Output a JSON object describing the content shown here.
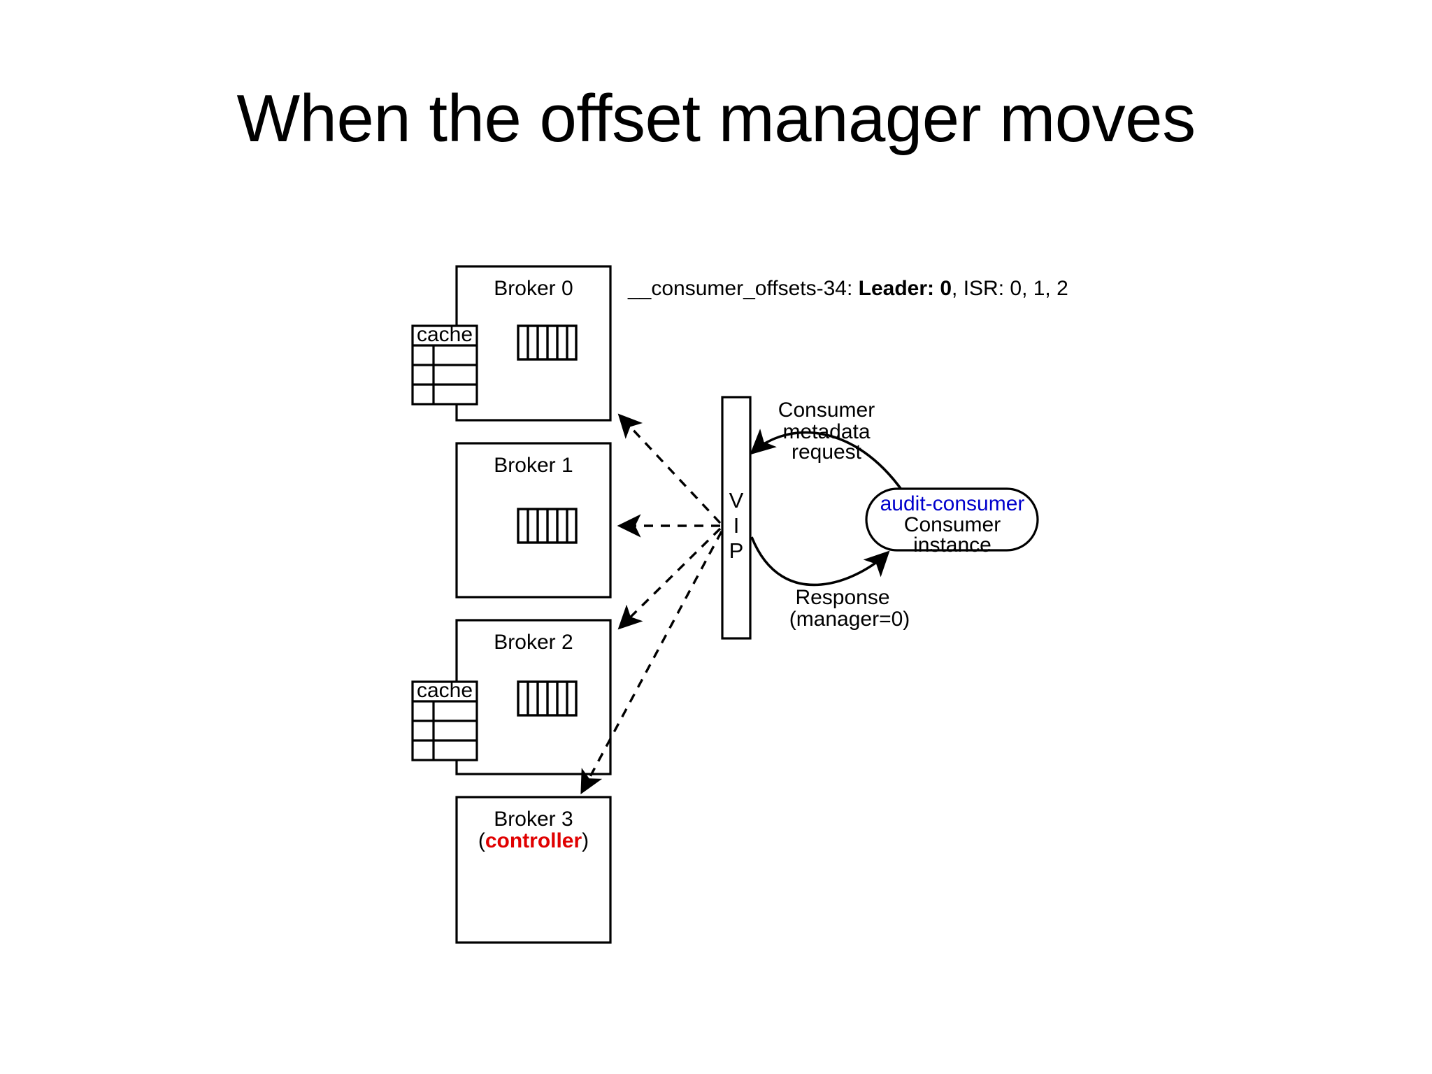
{
  "slide": {
    "title": "When the offset manager moves"
  },
  "diagram": {
    "topic_info": {
      "prefix": "__consumer_offsets-34: ",
      "leader": "Leader: 0",
      "suffix": ", ISR: 0, 1, 2"
    },
    "brokers": [
      {
        "label": "Broker 0",
        "has_cache": true,
        "cache_label": "cache",
        "log_segments": 6
      },
      {
        "label": "Broker 1",
        "has_cache": false,
        "cache_label": "",
        "log_segments": 6
      },
      {
        "label": "Broker 2",
        "has_cache": true,
        "cache_label": "cache",
        "log_segments": 6
      },
      {
        "label": "Broker 3",
        "has_cache": false,
        "cache_label": "",
        "log_segments": 0,
        "role_open": "(",
        "role": "controller",
        "role_close": ")"
      }
    ],
    "vip": {
      "letters": [
        "V",
        "I",
        "P"
      ]
    },
    "consumer": {
      "name": "audit-consumer",
      "line2": "Consumer",
      "line3": "instance"
    },
    "edges": {
      "request": [
        "Consumer",
        "metadata",
        "request"
      ],
      "response": [
        "Response",
        "(manager=0)"
      ]
    },
    "colors": {
      "consumer_name": "#0000cc",
      "controller": "#e00000",
      "stroke": "#000000",
      "background": "#ffffff"
    }
  }
}
